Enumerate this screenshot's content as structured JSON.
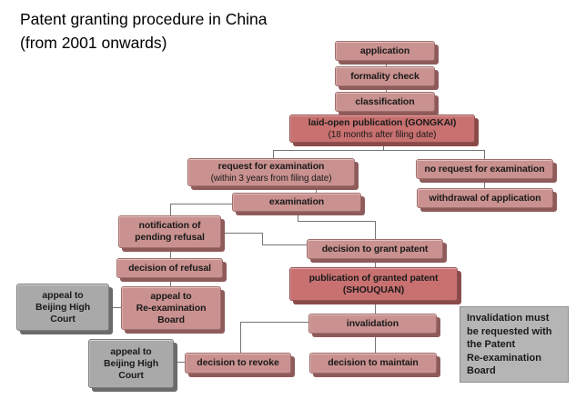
{
  "title": {
    "line1": "Patent granting procedure in China",
    "line2": "(from 2001 onwards)"
  },
  "colors": {
    "box_light": "#c9918f",
    "box_dark": "#c87170",
    "box_gray": "#a9a9a9",
    "note_gray": "#b5b5b5",
    "connector": "#757575"
  },
  "nodes": {
    "application": {
      "label": "application"
    },
    "formality_check": {
      "label": "formality check"
    },
    "classification": {
      "label": "classification"
    },
    "laid_open": {
      "label": "laid-open publication (GONGKAI)",
      "sublabel": "(18 months after filing date)"
    },
    "request_examination": {
      "label": "request for examination",
      "sublabel": "(within 3 years from filing date)"
    },
    "no_request_examination": {
      "label": "no request for examination"
    },
    "examination": {
      "label": "examination"
    },
    "withdrawal": {
      "label": "withdrawal of application"
    },
    "notification_pending_refusal": {
      "label": "notification of\npending refusal"
    },
    "decision_grant": {
      "label": "decision to grant patent"
    },
    "decision_refusal": {
      "label": "decision of refusal"
    },
    "publication_granted": {
      "label": "publication of granted patent\n(SHOUQUAN)"
    },
    "appeal_beijing_court_1": {
      "label": "appeal to\nBeijing High\nCourt"
    },
    "appeal_reexamination_board": {
      "label": "appeal to\nRe-examination\nBoard"
    },
    "invalidation": {
      "label": "invalidation"
    },
    "decision_revoke": {
      "label": "decision to revoke"
    },
    "decision_maintain": {
      "label": "decision to maintain"
    },
    "appeal_beijing_court_2": {
      "label": "appeal to\nBeijing High\nCourt"
    },
    "invalidation_note": {
      "text": "Invalidation must\nbe requested with\nthe Patent\nRe-examination\nBoard"
    }
  }
}
